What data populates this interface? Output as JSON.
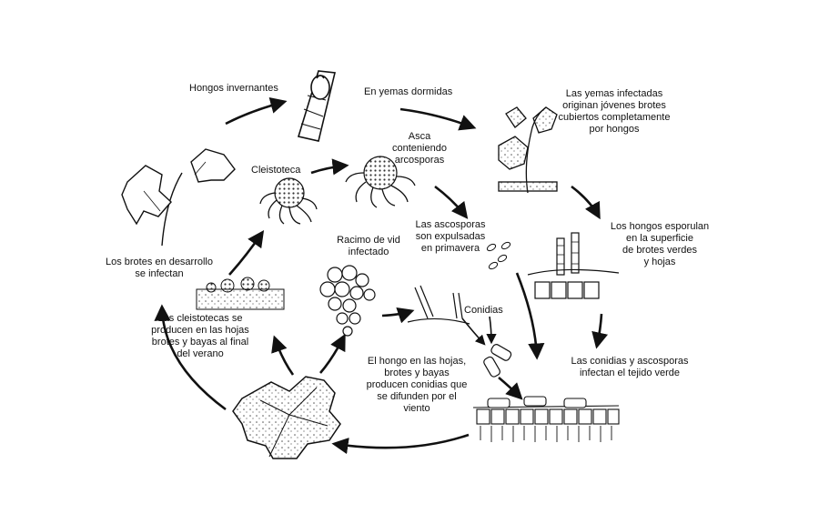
{
  "labels": {
    "hongos_invernantes": "Hongos invernantes",
    "en_yemas_dormidas": "En yemas dormidas",
    "yemas_infectadas": "Las yemas infectadas\noriginan jóvenes brotes\ncubiertos completamente\npor hongos",
    "asca": "Asca\nconteniendo\narcosporas",
    "cleistoteca": "Cleistoteca",
    "ascosporas_expulsadas": "Las ascosporas\nson expulsadas\nen primavera",
    "racimo": "Racimo de vid\ninfectado",
    "hongos_esporulan": "Los hongos esporulan\nen la superficie\nde brotes verdes\ny hojas",
    "brotes_desarrollo": "Los brotes en desarrollo\nse infectan",
    "conidias": "Conidias",
    "cleistotecas_producen": "Las cleistotecas se\nproducen en las hojas\nbrotes y bayas al final\ndel verano",
    "hongo_hojas": "El hongo en las hojas,\nbrotes y bayas\nproducen conidias que\nse difunden por el\nviento",
    "conidias_ascosporas": "Las conidias y ascosporas\ninfectan el tejido verde"
  }
}
